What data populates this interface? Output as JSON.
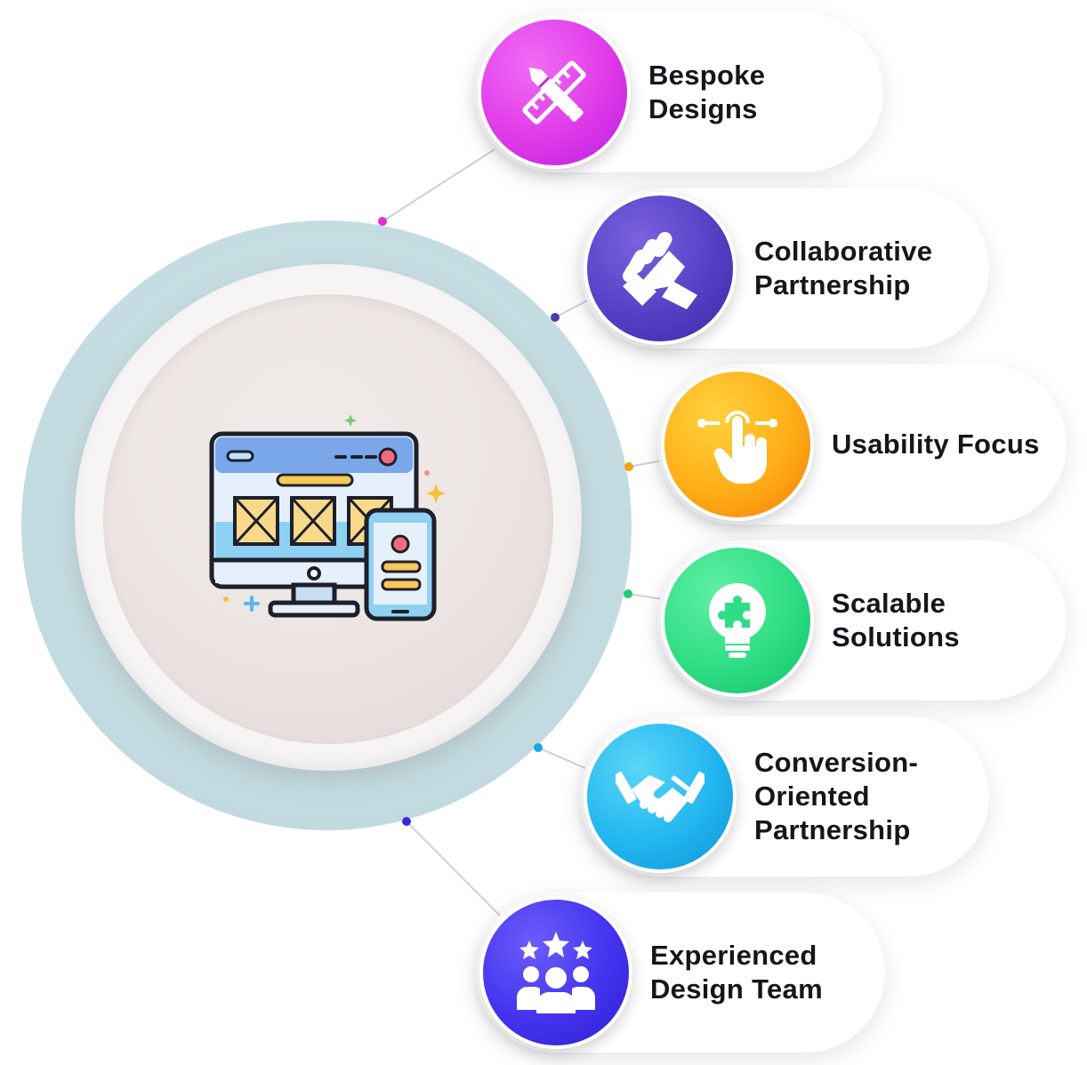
{
  "features": [
    {
      "lines": [
        "Bespoke",
        "Designs"
      ],
      "icon": "ruler-pencil-icon",
      "color_start": "#e546f0",
      "color_end": "#b31ce0"
    },
    {
      "lines": [
        "Collaborative",
        "Partnership"
      ],
      "icon": "fist-icon",
      "color_start": "#6a4fd1",
      "color_end": "#3b2aa8"
    },
    {
      "lines": [
        "Usability Focus"
      ],
      "icon": "touch-hand-icon",
      "color_start": "#ffc21a",
      "color_end": "#f78a0e"
    },
    {
      "lines": [
        "Scalable",
        "Solutions"
      ],
      "icon": "lightbulb-puzzle-icon",
      "color_start": "#45eb90",
      "color_end": "#12c96b"
    },
    {
      "lines": [
        "Conversion-",
        "Oriented",
        "Partnership"
      ],
      "icon": "handshake-icon",
      "color_start": "#2ec4f3",
      "color_end": "#0a9bdc"
    },
    {
      "lines": [
        "Experienced",
        "Design Team"
      ],
      "icon": "team-stars-icon",
      "color_start": "#4b3cf7",
      "color_end": "#3020d8"
    }
  ],
  "hero": {
    "icon": "responsive-design-icon"
  },
  "colors": {
    "ring": "#c5dde2",
    "dot_bespoke": "#e02fd0",
    "dot_collab": "#4a3aa8",
    "dot_usability": "#f5a013",
    "dot_scalable": "#28c878",
    "dot_conversion": "#1aa6e2",
    "dot_team": "#3a2ad8"
  }
}
